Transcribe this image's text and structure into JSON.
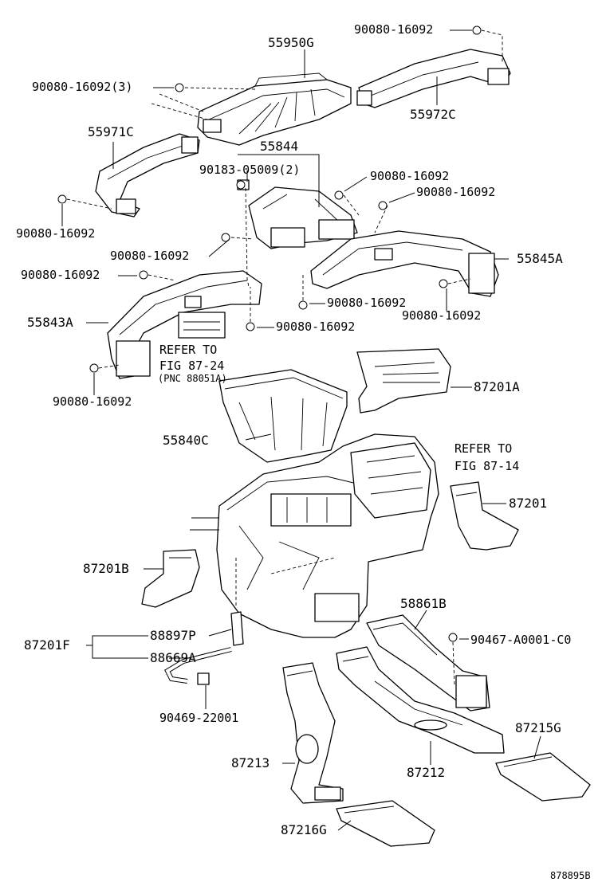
{
  "labels": {
    "l_90080_top": "90080-16092",
    "l_55950G": "55950G",
    "l_90080_3": "90080-16092(3)",
    "l_55972C": "55972C",
    "l_55971C": "55971C",
    "l_55844": "55844",
    "l_90183": "90183-05009(2)",
    "l_90080_a": "90080-16092",
    "l_90080_b": "90080-16092",
    "l_90080_c": "90080-16092",
    "l_90080_d": "90080-16092",
    "l_55845A": "55845A",
    "l_90080_e": "90080-16092",
    "l_90080_f": "90080-16092",
    "l_90080_g": "90080-16092",
    "l_55843A": "55843A",
    "l_90080_h": "90080-16092",
    "l_refer1a": "REFER TO",
    "l_refer1b": "FIG 87-24",
    "l_refer1c": "(PNC 88051A)",
    "l_90080_i": "90080-16092",
    "l_87201A": "87201A",
    "l_55840C": "55840C",
    "l_refer2a": "REFER TO",
    "l_refer2b": "FIG 87-14",
    "l_87201": "87201",
    "l_87201B": "87201B",
    "l_58861B": "58861B",
    "l_87201F": "87201F",
    "l_88897P": "88897P",
    "l_90467": "90467-A0001-C0",
    "l_88669A": "88669A",
    "l_90469": "90469-22001",
    "l_87215G": "87215G",
    "l_87213": "87213",
    "l_87212": "87212",
    "l_87216G": "87216G",
    "l_fig": "878895B"
  }
}
